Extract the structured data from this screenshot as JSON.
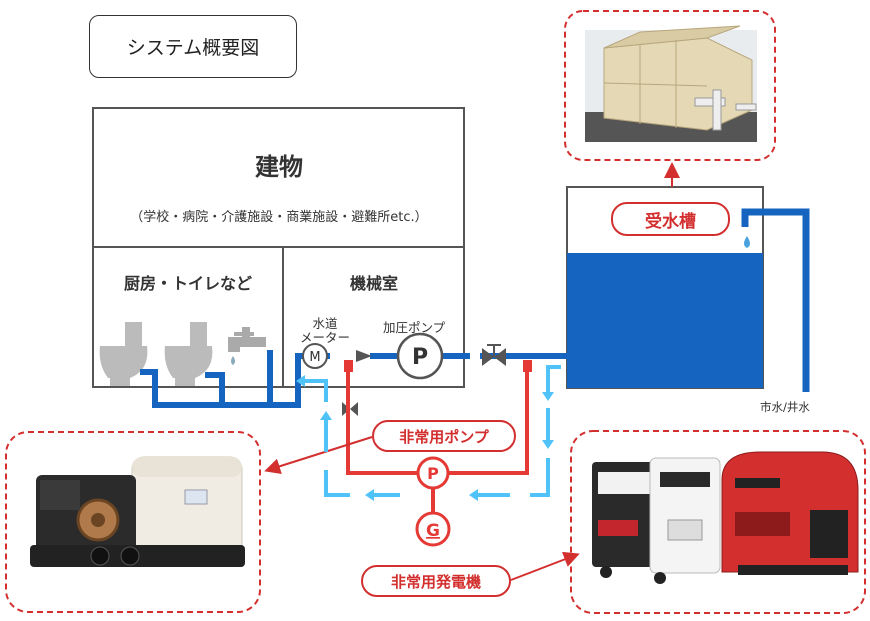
{
  "diagram": {
    "title": "システム概要図",
    "building": {
      "title": "建物",
      "subtitle": "（学校・病院・介護施設・商業施設・避難所etc.）",
      "rooms": {
        "toilet": "厨房・トイレなど",
        "machine": "機械室"
      }
    },
    "components": {
      "water_meter_label": "水道\nメーター",
      "water_meter_symbol": "M",
      "booster_pump_label": "加圧ポンプ",
      "pump_symbol": "P",
      "generator_symbol": "G",
      "receiving_tank": "受水槽",
      "emergency_pump": "非常用ポンプ",
      "emergency_generator": "非常用発電機",
      "city_water": "市水/井水"
    },
    "colors": {
      "water_pipe": "#1565c0",
      "emergency_line": "#e53935",
      "flow_arrow": "#4fc3f7",
      "callout_border": "#d32f2f",
      "tank_water": "#1565c0"
    },
    "icons": [
      "toilet-icon",
      "faucet-icon",
      "water-drop-icon",
      "valve-icon",
      "flow-arrow-icon",
      "tank-photo",
      "pump-photo",
      "generator-photo"
    ]
  }
}
